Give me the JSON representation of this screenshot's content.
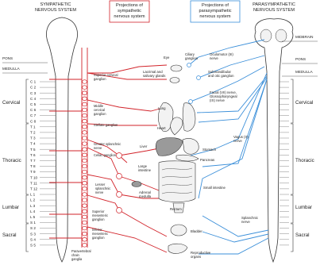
{
  "headers": {
    "symp_system": [
      "SYMPATHETIC",
      "NERVOUS SYSTEM"
    ],
    "para_system": [
      "PARASYMPATHETIC",
      "NERVOUS SYSTEM"
    ],
    "symp_projections": [
      "Projections of",
      "sympathetic",
      "nervous system"
    ],
    "para_projections": [
      "Projections of",
      "parasympathetic",
      "nervous system"
    ]
  },
  "left_levels": {
    "pons": "PONS",
    "medulla": "MEDULLA",
    "cervical": "Cervical",
    "thoracic": "Thoracic",
    "lumbar": "Lumbar",
    "sacral": "Sacral",
    "segments": [
      "C 1",
      "C 2",
      "C 3",
      "C 4",
      "C 5",
      "C 6",
      "C 7",
      "C 8",
      "T 1",
      "T 2",
      "T 3",
      "T 4",
      "T 5",
      "T 6",
      "T 7",
      "T 8",
      "T 9",
      "T 10",
      "T 11",
      "T 12",
      "L 1",
      "L 2",
      "L 3",
      "L 4",
      "L 5",
      "S 1",
      "S 2",
      "S 3",
      "S 4",
      "S 5"
    ]
  },
  "right_levels": {
    "midbrain": "MIDBRAIN",
    "pons": "PONS",
    "medulla": "MEDULLA",
    "cervical": "Cervical",
    "thoracic": "Thoracic",
    "lumbar": "Lumbar",
    "sacral": "Sacral"
  },
  "symp_ganglia": {
    "superior_cervical": [
      "Superior cervical",
      "ganglion"
    ],
    "middle_cervical": [
      "Middle",
      "cervical",
      "ganglion"
    ],
    "stellate": "Stellate ganglion",
    "greater_splanchnic": [
      "Greater splanchnic",
      "nerve"
    ],
    "celiac": "Celiac ganglion",
    "lesser_splanchnic": [
      "Lesser",
      "splanchnic",
      "nerve"
    ],
    "superior_mesenteric": [
      "Superior",
      "mesenteric",
      "ganglion"
    ],
    "inferior_mesenteric": [
      "Inferior",
      "mesenteric",
      "ganglion"
    ],
    "paravertebral": [
      "Paravertebral",
      "chain",
      "ganglia"
    ]
  },
  "organs": {
    "eye": "Eye",
    "ciliary": [
      "Ciliary",
      "ganglion"
    ],
    "lacrimal": [
      "Lacrimal and",
      "salivary glands"
    ],
    "oculomotor": [
      "Oculomotor (III)",
      "nerve"
    ],
    "submandibular": [
      "Submandibular",
      "and otic ganglion"
    ],
    "facial": [
      "Facial (VII) nerve,",
      "Glossopharyngeal",
      "(IX) nerve"
    ],
    "lung": "Lung",
    "heart": "Heart",
    "liver": "Liver",
    "stomach": "Stomach",
    "pancreas": "Pancreas",
    "vagus": [
      "Vagus (X)",
      "nerve"
    ],
    "large_intestine": [
      "Large",
      "intestine"
    ],
    "adrenal": [
      "Adrenal",
      "medulla"
    ],
    "small_intestine": "Small intestine",
    "rectum": "Rectum",
    "splanchnic": [
      "Splanchnic",
      "nerve"
    ],
    "bladder": "Bladder",
    "reproductive": [
      "Reproductive",
      "organs"
    ]
  },
  "colors": {
    "sympathetic": "#d2232a",
    "parasympathetic": "#3b8fd9"
  }
}
